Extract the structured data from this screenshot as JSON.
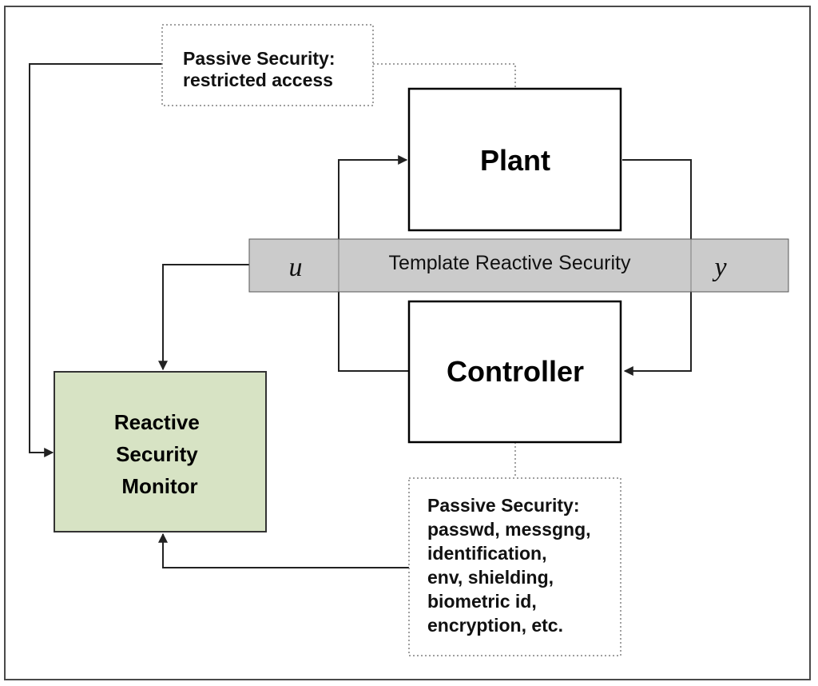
{
  "colors": {
    "frame": "#4a4a4a",
    "band_fill": "#c0c0c0",
    "monitor_fill": "#d7e3c4",
    "box_stroke": "#000000",
    "note_border": "#808080",
    "connector": "#222222"
  },
  "nodes": {
    "plant": {
      "label": "Plant"
    },
    "controller": {
      "label": "Controller"
    },
    "monitor": {
      "lines": [
        "Reactive",
        "Security",
        "Monitor"
      ]
    }
  },
  "band": {
    "label": "Template Reactive Security",
    "input_var": "u",
    "output_var": "y"
  },
  "notes": {
    "top": {
      "lines": [
        "Passive Security:",
        "restricted access"
      ]
    },
    "bottom": {
      "lines": [
        "Passive Security:",
        "passwd, messgng,",
        "identification,",
        "env, shielding,",
        "biometric id,",
        "encryption, etc."
      ]
    }
  }
}
